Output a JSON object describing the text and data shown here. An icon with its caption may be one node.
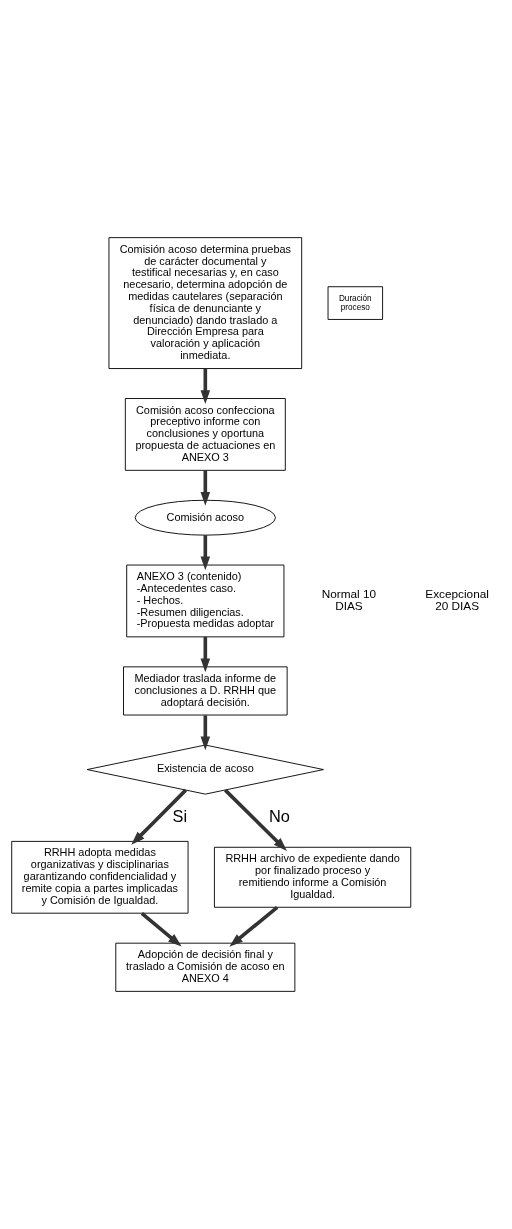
{
  "diagram": {
    "nodes": [
      {
        "text": [
          "Comisión acoso determina pruebas de carácter documental y testifical necesarias y, en caso necesario, determina adopción de medidas cautelares (separación física de denunciante y denunciado) dando traslado a Dirección Empresa para valoración y aplicación inmediata."
        ]
      },
      {
        "text": [
          "Comisión acoso confecciona preceptivo informe con conclusiones y oportuna propuesta de actuaciones en ANEXO 3"
        ]
      },
      {
        "text": [
          "Comisión acoso"
        ]
      },
      {
        "text": [
          "ANEXO 3 (contenido)",
          "-Antecedentes caso.",
          "- Hechos.",
          "-Resumen diligencias.",
          "-Propuesta medidas adoptar"
        ]
      },
      {
        "text": [
          "Mediador traslada informe de conclusiones a D. RRHH que adoptará decisión."
        ]
      },
      {
        "text": [
          "Existencia de acoso"
        ]
      },
      {
        "text": [
          "RRHH adopta medidas organizativas y disciplinarias garantizando confidencialidad y remite copia a partes implicadas y Comisión de Igualdad."
        ]
      },
      {
        "text": [
          "RRHH archivo de expediente dando por finalizado proceso y remitiendo informe a Comisión Igualdad."
        ]
      },
      {
        "text": [
          "Adopción de decisión final y traslado a Comisión de acoso en ANEXO 4"
        ]
      },
      {
        "text": [
          "Duración proceso"
        ]
      }
    ],
    "edges": [
      {
        "from": 0,
        "to": 1,
        "arrow": "to"
      },
      {
        "from": 1,
        "to": 2,
        "arrow": "to"
      },
      {
        "from": 2,
        "to": 3,
        "arrow": "to"
      },
      {
        "from": 3,
        "to": 4,
        "arrow": "to"
      },
      {
        "from": 4,
        "to": 5,
        "arrow": "to"
      },
      {
        "from": 5,
        "to": 6,
        "arrow": "to",
        "label": "Si"
      },
      {
        "from": 5,
        "to": 7,
        "arrow": "to",
        "label": "No"
      },
      {
        "from": 6,
        "to": 8,
        "arrow": "to"
      },
      {
        "from": 7,
        "to": 8,
        "arrow": "to"
      }
    ],
    "labels": [
      "Normal 10 DIAS",
      "Excepcional 20 DIAS"
    ]
  }
}
